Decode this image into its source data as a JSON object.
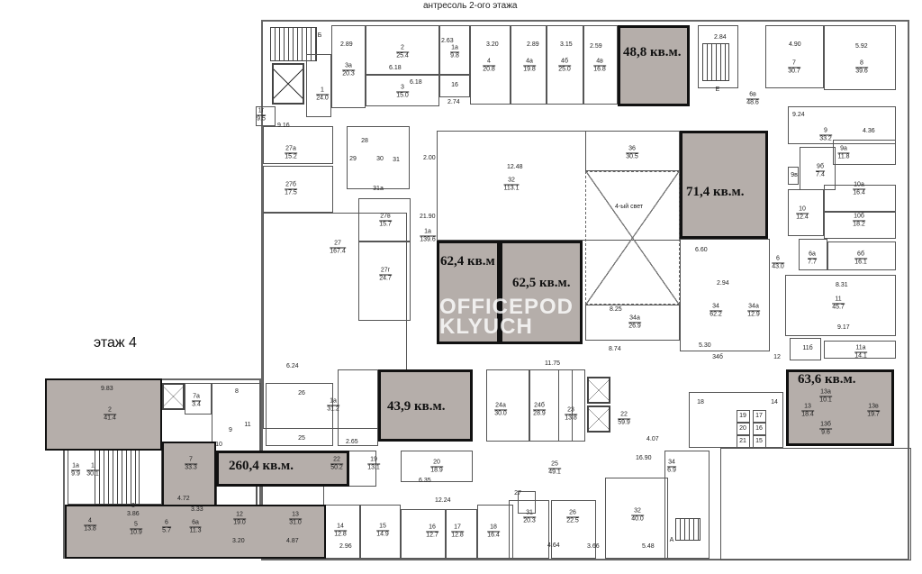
{
  "header": {
    "title": "антресоль 2-ого этажа",
    "floor_label": "этаж 4",
    "void_label": "4-ый свет",
    "watermark": [
      "OFFICEPOD",
      "KLYUCH"
    ]
  },
  "highlights": [
    {
      "label": "48,8 кв.м."
    },
    {
      "label": "71,4 кв.м."
    },
    {
      "label": "62,4 кв.м"
    },
    {
      "label": "62,5 кв.м."
    },
    {
      "label": "43,9 кв.м."
    },
    {
      "label": "63,6 кв.м."
    },
    {
      "label": "260,4 кв.м."
    }
  ],
  "rooms": [
    {
      "n": "Б",
      "a": ""
    },
    {
      "n": "1",
      "a": "24.0"
    },
    {
      "n": "1г",
      "a": "9.5"
    },
    {
      "n": "3а",
      "a": "20.3"
    },
    {
      "n": "2",
      "a": "25.4"
    },
    {
      "n": "3",
      "a": "15.0"
    },
    {
      "n": "1а",
      "a": "9.8"
    },
    {
      "n": "16",
      "a": ""
    },
    {
      "n": "4",
      "a": "20.8"
    },
    {
      "n": "4а",
      "a": "19.8"
    },
    {
      "n": "4б",
      "a": "25.0"
    },
    {
      "n": "4в",
      "a": "16.8"
    },
    {
      "n": "Е",
      "a": ""
    },
    {
      "n": "6в",
      "a": "48.6"
    },
    {
      "n": "7",
      "a": "30.7"
    },
    {
      "n": "8",
      "a": "39.6"
    },
    {
      "n": "9",
      "a": "33.2"
    },
    {
      "n": "9а",
      "a": "11.8"
    },
    {
      "n": "9б",
      "a": "7.4"
    },
    {
      "n": "9в",
      "a": ""
    },
    {
      "n": "10а",
      "a": "16.4"
    },
    {
      "n": "10",
      "a": "12.4"
    },
    {
      "n": "10б",
      "a": "18.2"
    },
    {
      "n": "6а",
      "a": "7.7"
    },
    {
      "n": "6б",
      "a": "16.1"
    },
    {
      "n": "6",
      "a": "43.0"
    },
    {
      "n": "11",
      "a": "45.7"
    },
    {
      "n": "11б",
      "a": ""
    },
    {
      "n": "11а",
      "a": "14.1"
    },
    {
      "n": "12",
      "a": ""
    },
    {
      "n": "34",
      "a": "62.2"
    },
    {
      "n": "34а",
      "a": "12.9"
    },
    {
      "n": "34б",
      "a": ""
    },
    {
      "n": "36",
      "a": "30.5"
    },
    {
      "n": "32",
      "a": "113.1"
    },
    {
      "n": "34а",
      "a": "26.9"
    },
    {
      "n": "27",
      "a": "167.4"
    },
    {
      "n": "27а",
      "a": "15.2"
    },
    {
      "n": "27б",
      "a": "17.5"
    },
    {
      "n": "27в",
      "a": "15.7"
    },
    {
      "n": "27г",
      "a": "24.7"
    },
    {
      "n": "28",
      "a": ""
    },
    {
      "n": "29",
      "a": ""
    },
    {
      "n": "30",
      "a": ""
    },
    {
      "n": "31",
      "a": ""
    },
    {
      "n": "31а",
      "a": ""
    },
    {
      "n": "1а",
      "a": "139.6"
    },
    {
      "n": "24а",
      "a": "30.0"
    },
    {
      "n": "24б",
      "a": "28.9"
    },
    {
      "n": "23",
      "a": "13.8"
    },
    {
      "n": "22",
      "a": "59.9"
    },
    {
      "n": "1а",
      "a": "31.2"
    },
    {
      "n": "26",
      "a": ""
    },
    {
      "n": "25",
      "a": ""
    },
    {
      "n": "2",
      "a": "41.4"
    },
    {
      "n": "7а",
      "a": "3.4"
    },
    {
      "n": "8",
      "a": ""
    },
    {
      "n": "11",
      "a": ""
    },
    {
      "n": "9",
      "a": ""
    },
    {
      "n": "10",
      "a": ""
    },
    {
      "n": "7",
      "a": "33.3"
    },
    {
      "n": "1а",
      "a": "9.9"
    },
    {
      "n": "1",
      "a": "30.1"
    },
    {
      "n": "22",
      "a": "50.2"
    },
    {
      "n": "19",
      "a": "13.1"
    },
    {
      "n": "4",
      "a": "13.8"
    },
    {
      "n": "3",
      "a": ""
    },
    {
      "n": "5",
      "a": "10.9"
    },
    {
      "n": "6",
      "a": "5.7"
    },
    {
      "n": "6а",
      "a": "11.3"
    },
    {
      "n": "12",
      "a": "19.0"
    },
    {
      "n": "13",
      "a": "31.0"
    },
    {
      "n": "14",
      "a": "12.8"
    },
    {
      "n": "15",
      "a": "14.9"
    },
    {
      "n": "16",
      "a": "12.7"
    },
    {
      "n": "17",
      "a": "12.8"
    },
    {
      "n": "18",
      "a": "16.4"
    },
    {
      "n": "20",
      "a": "18.9"
    },
    {
      "n": "25",
      "a": "49.1"
    },
    {
      "n": "27",
      "a": ""
    },
    {
      "n": "31",
      "a": "20.3"
    },
    {
      "n": "26",
      "a": "22.5"
    },
    {
      "n": "32",
      "a": "40.0"
    },
    {
      "n": "34",
      "a": "6.9"
    },
    {
      "n": "А",
      "a": ""
    },
    {
      "n": "18",
      "a": ""
    },
    {
      "n": "19",
      "a": ""
    },
    {
      "n": "17",
      "a": ""
    },
    {
      "n": "20",
      "a": ""
    },
    {
      "n": "16",
      "a": ""
    },
    {
      "n": "21",
      "a": ""
    },
    {
      "n": "15",
      "a": ""
    },
    {
      "n": "14",
      "a": ""
    },
    {
      "n": "13а",
      "a": "10.1"
    },
    {
      "n": "13",
      "a": "18.4"
    },
    {
      "n": "13б",
      "a": "9.6"
    },
    {
      "n": "13в",
      "a": "19.7"
    }
  ],
  "dimensions": [
    "2.89",
    "2.63",
    "3.20",
    "2.89",
    "3.15",
    "2.59",
    "6.18",
    "6.18",
    "2.74",
    "9.16",
    "2.84",
    "4.90",
    "5.92",
    "9.24",
    "4.36",
    "12.48",
    "2.00",
    "21.90",
    "8.25",
    "8.74",
    "11.75",
    "6.60",
    "2.94",
    "5.30",
    "8.31",
    "9.17",
    "9.83",
    "4.72",
    "3.33",
    "3.86",
    "6.24",
    "2.65",
    "12.24",
    "16.90",
    "6.35",
    "4.07",
    "4.64",
    "3.66",
    "5.48",
    "2.96",
    "3.20",
    "4.87"
  ]
}
